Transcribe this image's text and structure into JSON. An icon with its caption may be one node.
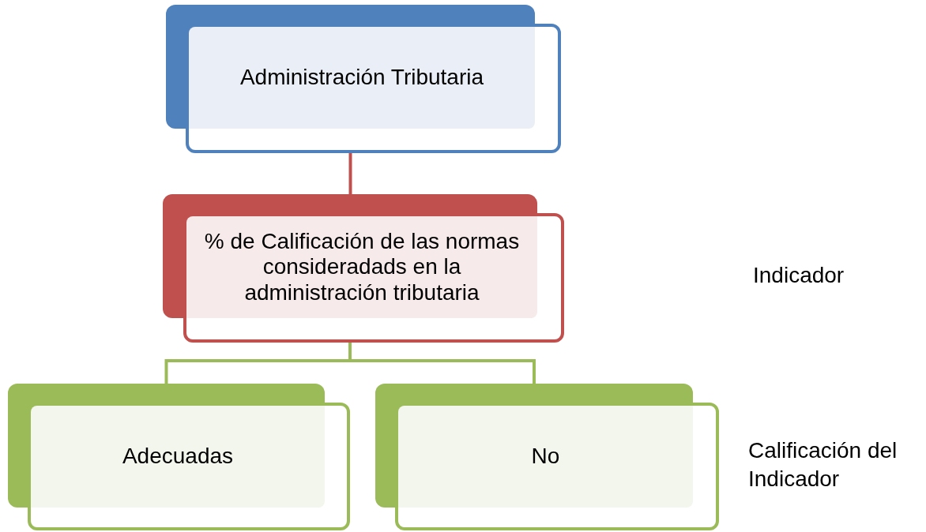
{
  "diagram": {
    "nodes": [
      {
        "text": [
          "Administración Tributaria"
        ]
      },
      {
        "text": [
          "% de Calificación de las normas consideradads en la administración tributaria"
        ]
      },
      {
        "text": [
          "Adecuadas"
        ]
      },
      {
        "text": [
          "No"
        ]
      }
    ],
    "edges": [
      {
        "from": 0,
        "to": 1,
        "arrow": "none",
        "color": "#c0504d"
      },
      {
        "from": 1,
        "to": 2,
        "arrow": "none"
      },
      {
        "from": 1,
        "to": 3,
        "arrow": "none"
      }
    ],
    "labels": [
      "Indicador",
      "Calificación del Indicador"
    ]
  }
}
